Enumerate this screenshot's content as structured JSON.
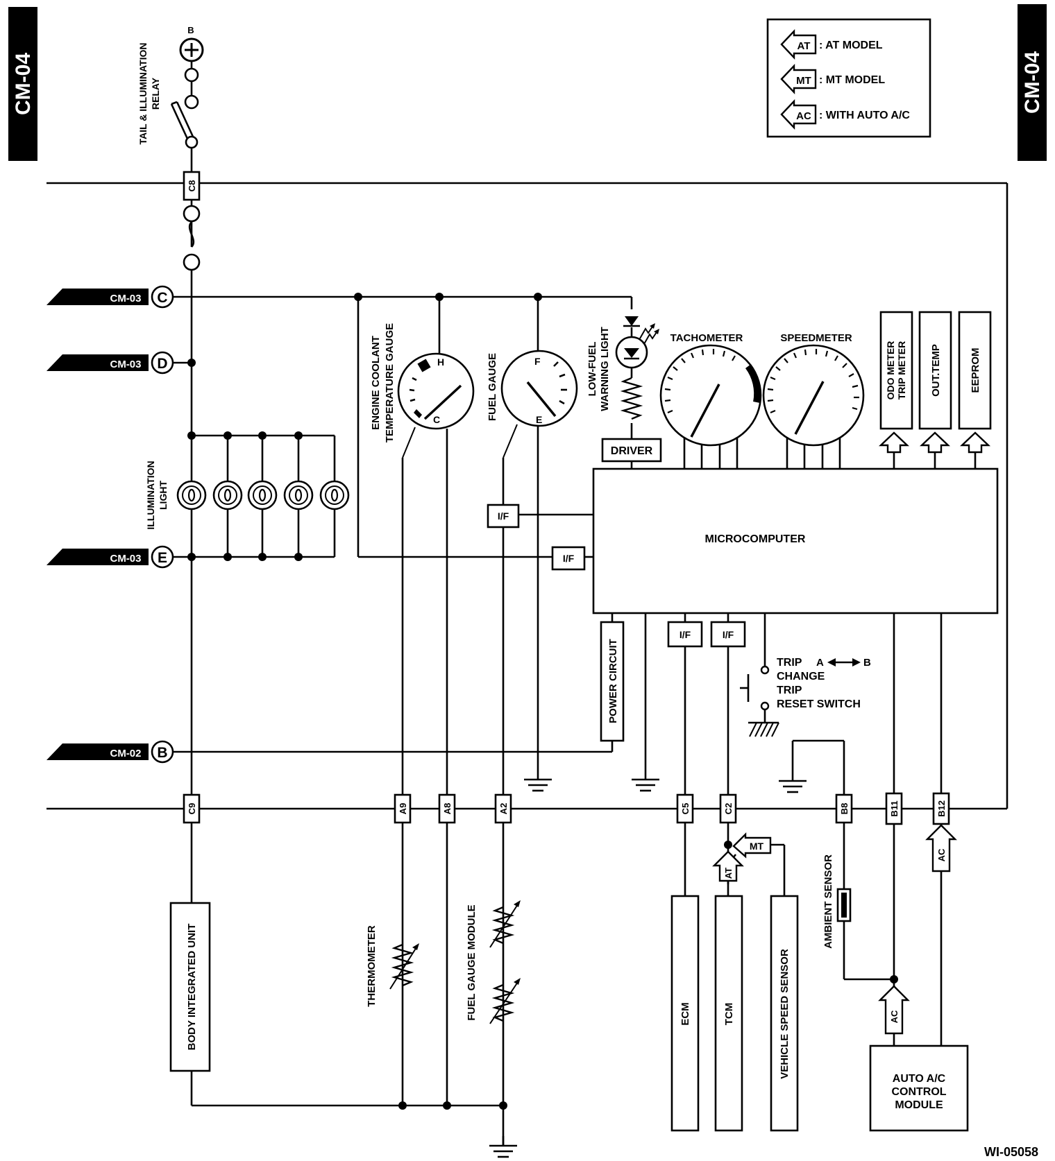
{
  "page_tab": "CM-04",
  "figure_id": "WI-05058",
  "legend": {
    "items": [
      {
        "code": "AT",
        "text": ": AT MODEL"
      },
      {
        "code": "MT",
        "text": ": MT MODEL"
      },
      {
        "code": "AC",
        "text": ": WITH AUTO A/C"
      }
    ]
  },
  "power": {
    "supply": "B"
  },
  "relay": {
    "line1": "TAIL & ILLUMINATION",
    "line2": "RELAY"
  },
  "connectors": {
    "c8": "C8",
    "c9": "C9",
    "a9": "A9",
    "a8": "A8",
    "a2": "A2",
    "c5": "C5",
    "c2": "C2",
    "b8": "B8",
    "b11": "B11",
    "b12": "B12"
  },
  "offpage": {
    "c": {
      "ref": "CM-03",
      "letter": "C"
    },
    "d": {
      "ref": "CM-03",
      "letter": "D"
    },
    "e": {
      "ref": "CM-03",
      "letter": "E"
    },
    "b": {
      "ref": "CM-02",
      "letter": "B"
    }
  },
  "illumination": {
    "line1": "ILLUMINATION",
    "line2": "LIGHT"
  },
  "coolant_gauge": {
    "line1": "ENGINE COOLANT",
    "line2": "TEMPERATURE GAUGE",
    "high": "H",
    "low": "C"
  },
  "fuel_gauge": {
    "label": "FUEL GAUGE",
    "full": "F",
    "empty": "E"
  },
  "low_fuel": {
    "line1": "LOW-FUEL",
    "line2": "WARNING LIGHT"
  },
  "driver": "DRIVER",
  "tachometer": "TACHOMETER",
  "speedometer": "SPEEDMETER",
  "outputs": {
    "odo1": "ODO METER",
    "odo2": "TRIP METER",
    "outtemp": "OUT.TEMP",
    "eeprom": "EEPROM"
  },
  "microcomputer": "MICROCOMPUTER",
  "interface": "I/F",
  "power_circuit": "POWER CIRCUIT",
  "trip_switch": {
    "line1": "TRIP",
    "a": "A",
    "b": "B",
    "line2": "CHANGE",
    "line3": "TRIP",
    "line4": "RESET SWITCH"
  },
  "thermometer": "THERMOMETER",
  "fuel_module": "FUEL GAUGE MODULE",
  "body_unit": "BODY INTEGRATED UNIT",
  "ecm": "ECM",
  "tcm": "TCM",
  "vss": "VEHICLE SPEED SENSOR",
  "ambient": "AMBIENT SENSOR",
  "ac_module": {
    "line1": "AUTO A/C",
    "line2": "CONTROL",
    "line3": "MODULE"
  },
  "tags": {
    "at": "AT",
    "mt": "MT",
    "ac": "AC"
  }
}
